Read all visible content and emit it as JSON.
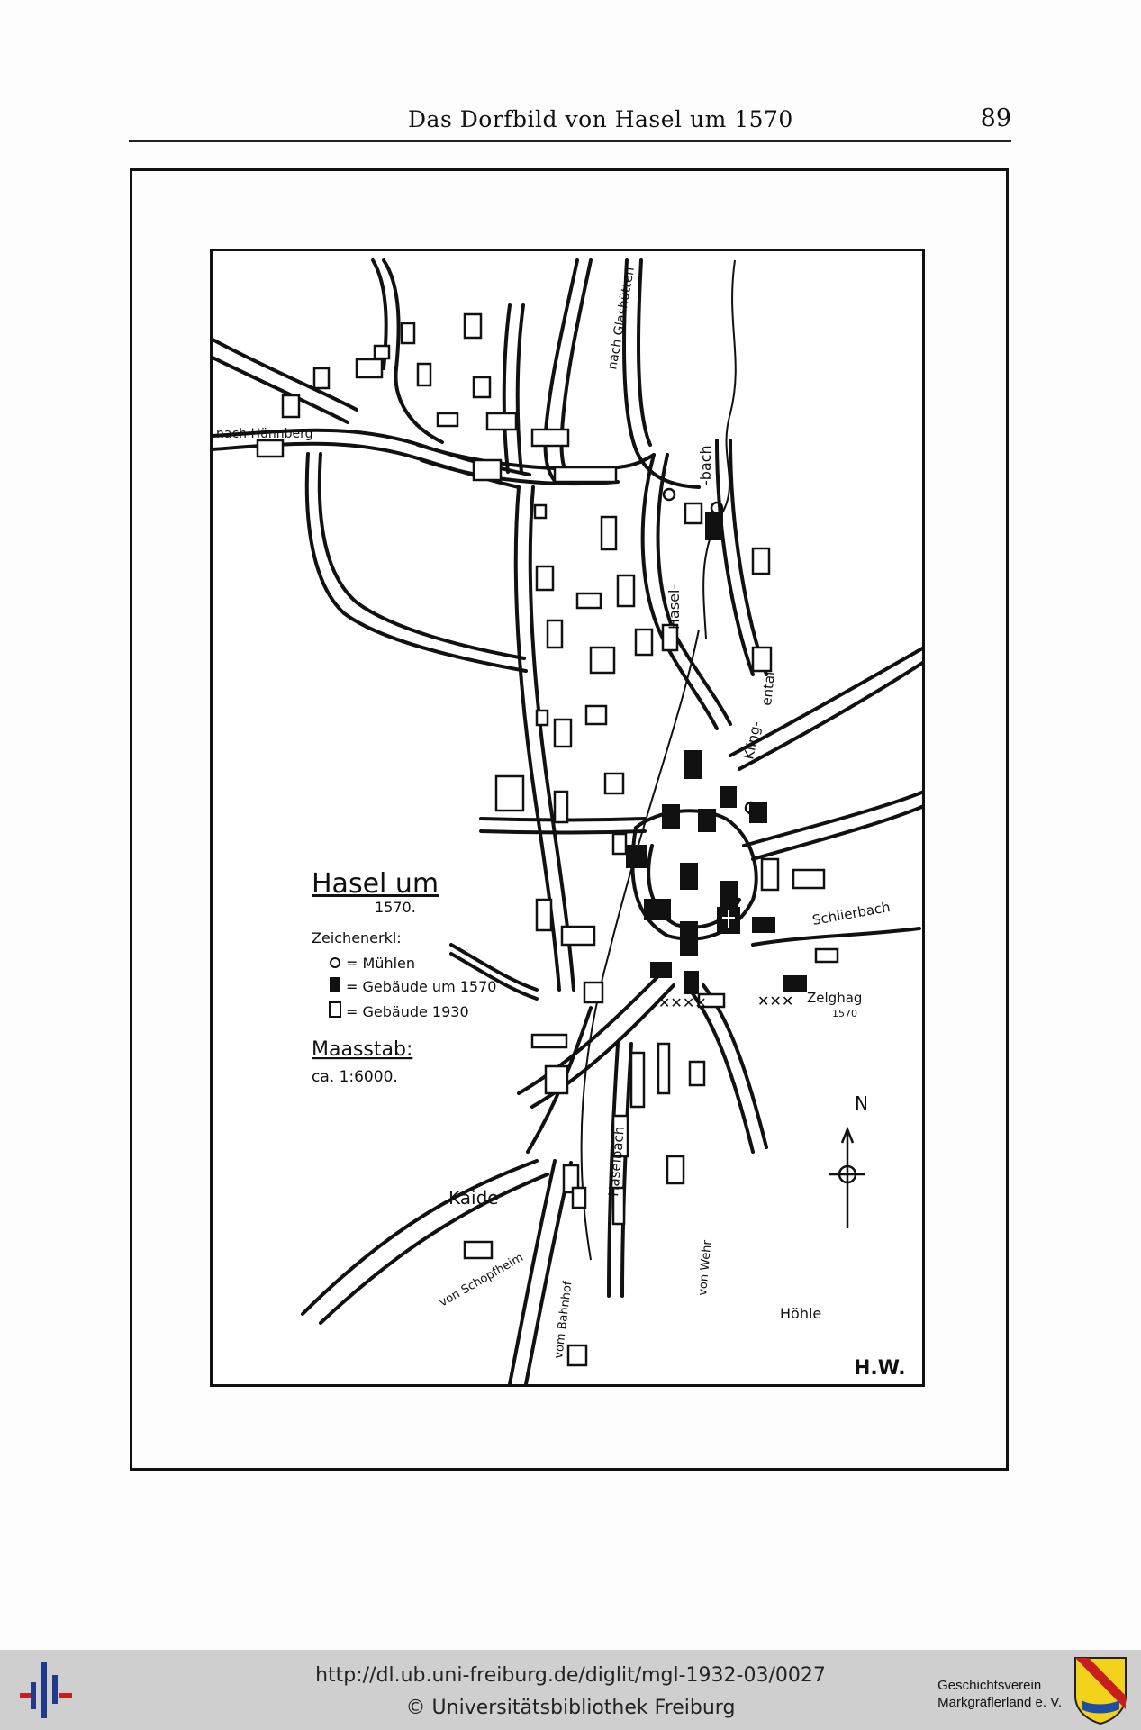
{
  "header": {
    "running_title": "Das Dorfbild von Hasel um 1570",
    "page_number": "89"
  },
  "map": {
    "title": "Hasel um",
    "title_year": "1570.",
    "legend_heading": "Zeichenerkl:",
    "legend_items": [
      {
        "symbol": "mill-icon",
        "label": "= Mühlen"
      },
      {
        "symbol": "building-1570-icon",
        "label": "= Gebäude um 1570"
      },
      {
        "symbol": "building-1930-icon",
        "label": "= Gebäude 1930"
      }
    ],
    "scale_heading": "Maasstab:",
    "scale_value": "ca. 1:6000.",
    "labels": {
      "nach_hunnberg": "nach Hünnberg",
      "nach_glashuetten": "nach Glashütten",
      "bach": "-bach",
      "hasel": "Hasel-",
      "kling": "Kling-",
      "ental": "ental",
      "schlierbach": "Schlierbach",
      "zelghag": "Zelghag",
      "zelghag_year": "1570",
      "haselbach": "Haselbach",
      "kaide": "Kaide",
      "von_wehr": "von Wehr",
      "von_schopfheim": "von Schopfheim",
      "vom_bahnhof": "vom Bahnhof",
      "hoehle": "Höhle",
      "north": "N",
      "initials": "H.W."
    }
  },
  "footer": {
    "url": "http://dl.ub.uni-freiburg.de/diglit/mgl-1932-03/0027",
    "copyright": "© Universitätsbibliothek Freiburg",
    "society_line1": "Geschichtsverein",
    "society_line2": "Markgräflerland e. V."
  }
}
